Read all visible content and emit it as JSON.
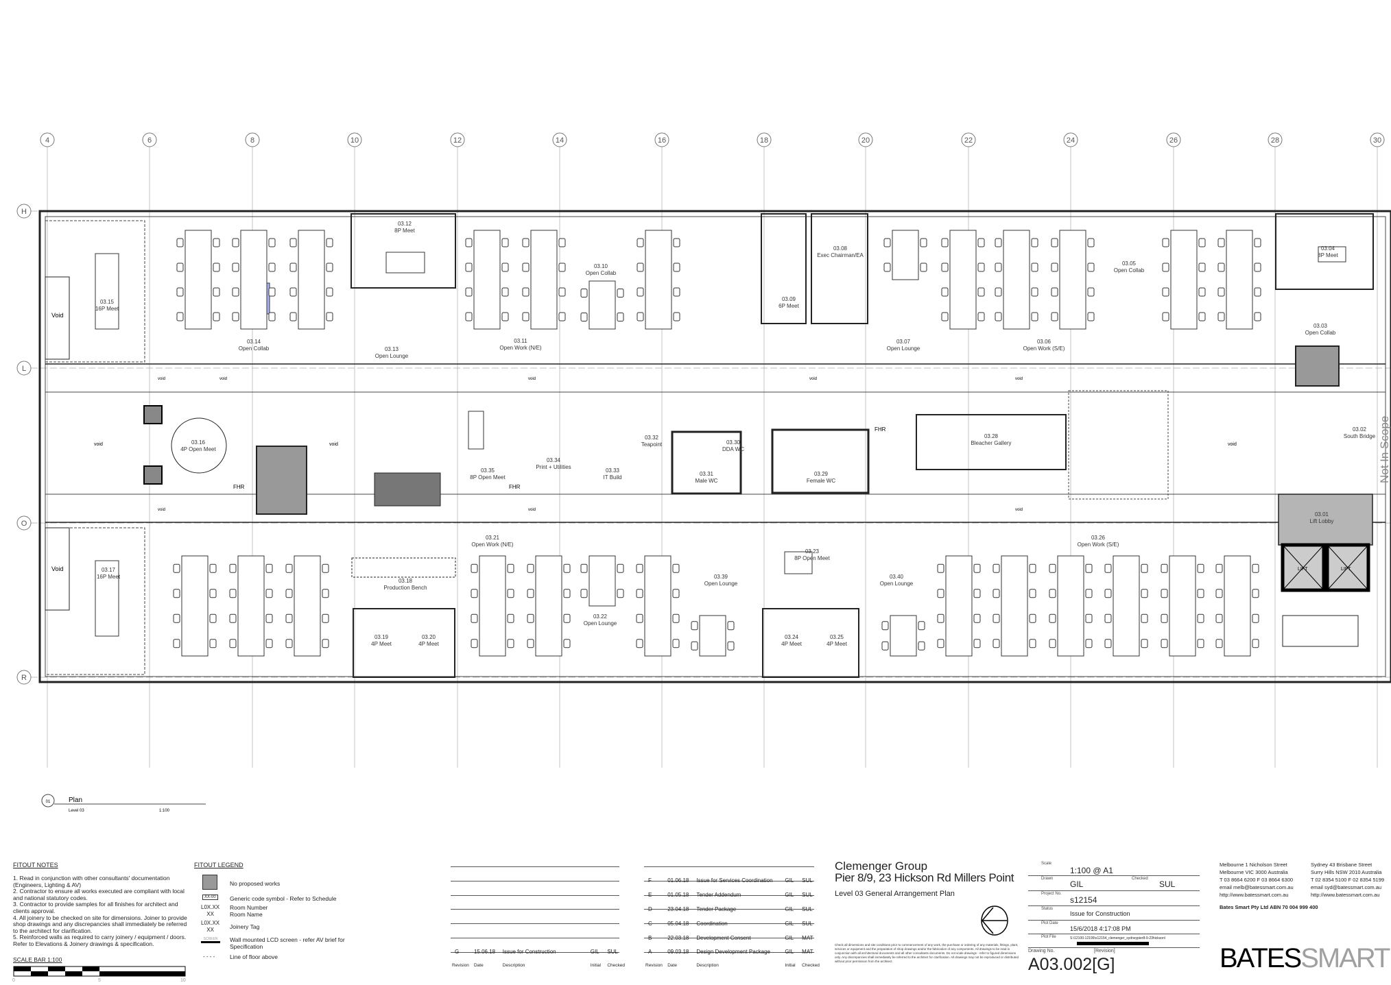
{
  "grid": {
    "columns": [
      "4",
      "6",
      "8",
      "10",
      "12",
      "14",
      "16",
      "18",
      "20",
      "22",
      "24",
      "26",
      "28",
      "30"
    ],
    "rows": [
      "H",
      "L",
      "O",
      "R"
    ]
  },
  "rooms": [
    {
      "num": "03.15",
      "name": "16P Meet"
    },
    {
      "num": "03.14",
      "name": "Open Collab"
    },
    {
      "num": "03.12",
      "name": "8P Meet"
    },
    {
      "num": "03.13",
      "name": "Open Lounge"
    },
    {
      "num": "03.11",
      "name": "Open Work (N/E)"
    },
    {
      "num": "03.10",
      "name": "Open Collab"
    },
    {
      "num": "03.16",
      "name": "4P Open Meet"
    },
    {
      "num": "03.35",
      "name": "8P Open Meet"
    },
    {
      "num": "03.34",
      "name": "Print + Utilities"
    },
    {
      "num": "03.33",
      "name": "IT Build"
    },
    {
      "num": "03.32",
      "name": "Teapoint"
    },
    {
      "num": "03.17",
      "name": "16P Meet"
    },
    {
      "num": "03.21",
      "name": "Open Work (N/E)"
    },
    {
      "num": "03.18",
      "name": "Production Bench"
    },
    {
      "num": "03.19",
      "name": "4P Meet"
    },
    {
      "num": "03.20",
      "name": "4P Meet"
    },
    {
      "num": "03.22",
      "name": "Open Lounge"
    },
    {
      "num": "03.09",
      "name": "6P Meet"
    },
    {
      "num": "03.08",
      "name": "Exec Chairman/EA"
    },
    {
      "num": "03.07",
      "name": "Open Lounge"
    },
    {
      "num": "03.06",
      "name": "Open Work (S/E)"
    },
    {
      "num": "03.05",
      "name": "Open Collab"
    },
    {
      "num": "03.04",
      "name": "8P Meet"
    },
    {
      "num": "03.03",
      "name": "Open Collab"
    },
    {
      "num": "03.30",
      "name": "DDA WC"
    },
    {
      "num": "03.31",
      "name": "Male WC"
    },
    {
      "num": "03.29",
      "name": "Female WC"
    },
    {
      "num": "03.28",
      "name": "Bleacher Gallery"
    },
    {
      "num": "03.02",
      "name": "South Bridge"
    },
    {
      "num": "03.01",
      "name": "Lift Lobby"
    },
    {
      "num": "03.26",
      "name": "Open Work (S/E)"
    },
    {
      "num": "03.23",
      "name": "8P Open Meet"
    },
    {
      "num": "03.39",
      "name": "Open Lounge"
    },
    {
      "num": "03.40",
      "name": "Open Lounge"
    },
    {
      "num": "03.24",
      "name": "4P Meet"
    },
    {
      "num": "03.25",
      "name": "4P Meet"
    }
  ],
  "labels": {
    "void_upper": "Void",
    "void_lower": "Void",
    "void_small": "void",
    "fhr": "FHR",
    "lift": "LIFT",
    "not_in_scope": "Not In Scope"
  },
  "plan_tag": {
    "number": "01",
    "title": "Plan",
    "level": "Level 03",
    "scale": "1:100"
  },
  "fitout_notes": {
    "heading": "FITOUT NOTES",
    "items": [
      "1. Read in conjunction with other consultants' documentation (Engineers, Lighting & AV)",
      "2. Contractor to ensure all works executed are compliant with local and national statutory codes.",
      "3. Contractor to provide samples for all finishes for architect and clients approval.",
      "4. All joinery to be checked on site for dimensions. Joiner to provide shop drawings and any discrepancies shall immediately be referred to the architect for clarification.",
      "5. Reinforced walls as required to carry joinery / equipment / doors. Refer to Elevations & Joinery drawings & specification."
    ],
    "scale_bar_title": "SCALE BAR 1:100",
    "scale_ticks": [
      "0",
      "5",
      "10"
    ]
  },
  "fitout_legend": {
    "heading": "FITOUT LEGEND",
    "items": [
      {
        "symbol": "",
        "text": "No proposed works"
      },
      {
        "symbol": "XX-00",
        "text": "Generic code symbol - Refer to Schedule"
      },
      {
        "symbol": "L0X.XX",
        "symbol2": "XX",
        "text": "Room Number",
        "text2": "Room Name"
      },
      {
        "symbol": "L0X.XX",
        "symbol2": "XX",
        "text": "Joinery Tag"
      },
      {
        "symbol": "SCREEN",
        "text": "Wall mounted LCD screen - refer AV brief for Specification"
      },
      {
        "symbol": "- - - -",
        "text": "Line of floor above"
      }
    ]
  },
  "revisions_table_1": {
    "rows": [
      {
        "rev": "G",
        "date": "15.06.18",
        "desc": "Issue for Construction",
        "initial": "GIL",
        "checked": "SUL"
      }
    ],
    "headers": {
      "rev": "Revision",
      "date": "Date",
      "desc": "Description",
      "initial": "Initial",
      "checked": "Checked"
    }
  },
  "revisions_table_2": {
    "rows": [
      {
        "rev": "F",
        "date": "01.06.18",
        "desc": "Issue for Services Coordination",
        "initial": "GIL",
        "checked": "SUL"
      },
      {
        "rev": "E",
        "date": "01.05.18",
        "desc": "Tender Addendum",
        "initial": "GIL",
        "checked": "SUL"
      },
      {
        "rev": "D",
        "date": "23.04.18",
        "desc": "Tender Package",
        "initial": "GIL",
        "checked": "SUL"
      },
      {
        "rev": "C",
        "date": "05.04.18",
        "desc": "Coordination",
        "initial": "GIL",
        "checked": "SUL"
      },
      {
        "rev": "B",
        "date": "22.03.18",
        "desc": "Development Consent",
        "initial": "GIL",
        "checked": "MAT"
      },
      {
        "rev": "A",
        "date": "09.03.18",
        "desc": "Design Development Package",
        "initial": "GIL",
        "checked": "MAT"
      }
    ],
    "headers": {
      "rev": "Revision",
      "date": "Date",
      "desc": "Description",
      "initial": "Initial",
      "checked": "Checked"
    }
  },
  "project": {
    "client": "Clemenger Group",
    "address": "Pier 8/9, 23 Hickson Rd Millers Point",
    "drawing_title": "Level 03 General Arrangement Plan",
    "disclaimer": "Check all dimensions and site conditions prior to commencement of any work, the purchase or ordering of any materials, fittings, plant, services or equipment and the preparation of shop drawings and/or the fabrication of any components. All drawings to be read in conjunction with all architectural documents and all other consultants documents. Do not scale drawings - refer to figured dimensions only. Any discrepancies shall immediately be referred to the architect for clarification. All drawings may not be reproduced or distributed without prior permission from the architect."
  },
  "title_block": {
    "scale_label": "Scale",
    "scale": "1:100 @ A1",
    "drawn_label": "Drawn",
    "drawn": "GIL",
    "checked_label": "Checked",
    "checked": "SUL",
    "project_no_label": "Project No.",
    "project_no": "s12154",
    "status_label": "Status",
    "status": "Issue for Construction",
    "plot_date_label": "Plot Date",
    "plot_date": "15/6/2018 4:17:08 PM",
    "plot_file_label": "Plot File",
    "plot_file": "S:\\12100-12199\\s12154_clemenger_sydneypier8-9-23hickson\\",
    "drawing_no_label": "Drawing No.",
    "revision_label": "[Revision]",
    "drawing_no": "A03.002[G]"
  },
  "office": {
    "melbourne": [
      "Melbourne 1 Nicholson Street",
      "Melbourne VIC 3000 Australia",
      "T 03 8664 6200 F 03 8664 6300",
      "email melb@batessmart.com.au",
      "http://www.batessmart.com.au"
    ],
    "sydney": [
      "Sydney 43 Brisbane Street",
      "Surry Hills NSW 2010 Australia",
      "T 02 8354 5100 F 02 8354 5199",
      "email syd@batessmart.com.au",
      "http://www.batessmart.com.au"
    ],
    "company": "Bates Smart Pty Ltd ABN 70 004 999 400",
    "logo_a": "BATES",
    "logo_b": "SMART"
  },
  "colors": {
    "line": "#222222",
    "grey_fill": "#b5b5b5",
    "highlight": "#aab4f0",
    "logo_grey": "#a0a0a0"
  }
}
